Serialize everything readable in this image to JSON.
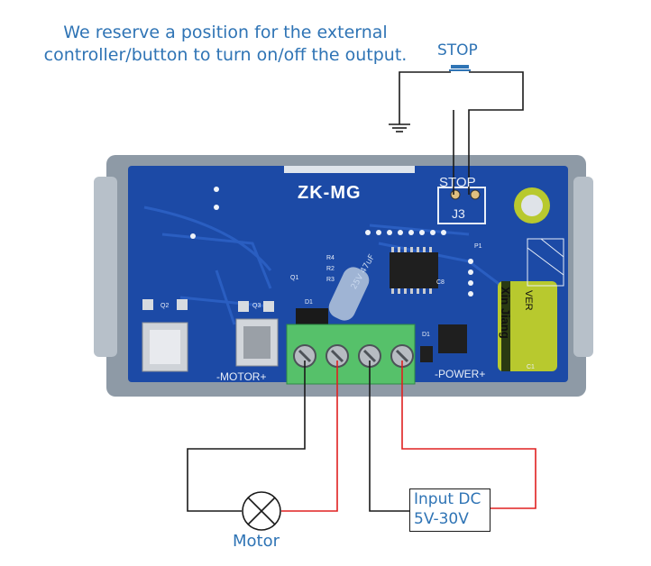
{
  "annotation": {
    "line1": "We reserve a position for the external",
    "line2": "controller/button to turn on/off the output."
  },
  "stop_switch_label": "STOP",
  "board": {
    "model": "ZK-MG",
    "j3_stop": "STOP",
    "j3_name": "J3",
    "motor_silk": "-MOTOR+",
    "power_silk": "-POWER+",
    "refs": {
      "q1": "Q1",
      "q2": "Q2",
      "q3": "Q3",
      "d1": "D1",
      "d2": "D1",
      "r4": "R4",
      "r2": "R2",
      "r3": "R3",
      "c8": "C8",
      "c1": "C1",
      "p1": "P1"
    },
    "cap_brand": "Xin Jiang",
    "cap_rating": "VER",
    "small_cap": "25V 47uF"
  },
  "motor_label": "Motor",
  "input_label": {
    "line1": "Input DC",
    "line2": "5V-30V"
  },
  "colors": {
    "text_blue": "#2f74b5",
    "pcb": "#1c4aa6",
    "terminal": "#56c16a",
    "wire_red": "#e02020",
    "wire_black": "#1a1a1a"
  }
}
